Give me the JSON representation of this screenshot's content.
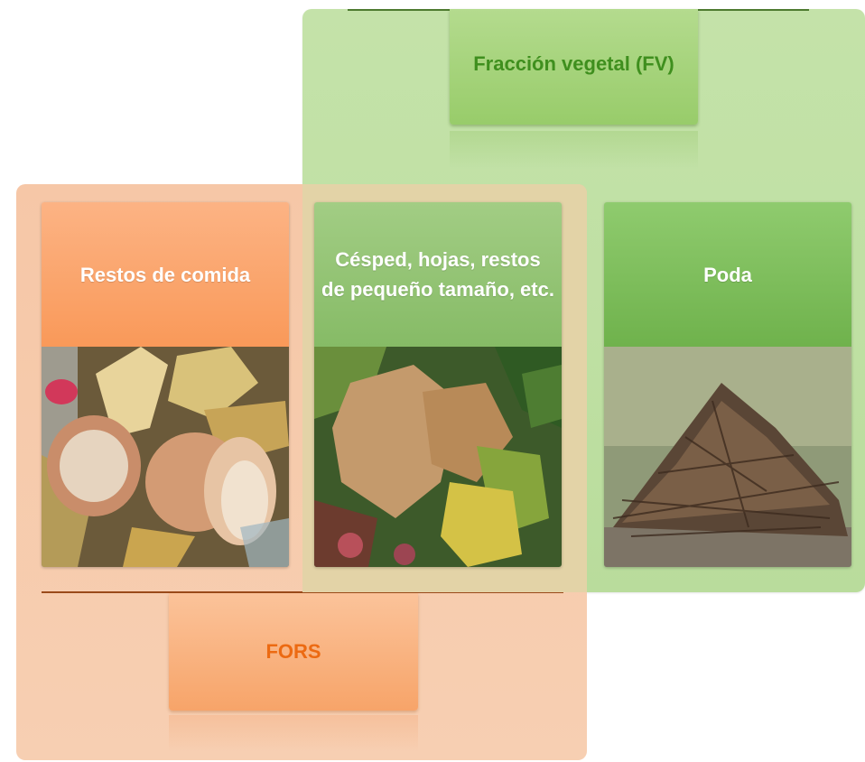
{
  "fv_group": {
    "title": "Fracción vegetal (FV)",
    "color": "#c4e2a9",
    "title_color": "#3f8f1e"
  },
  "fors_group": {
    "title": "FORS",
    "color": "#f6c7a7",
    "title_color": "#ec6a12"
  },
  "cards": [
    {
      "label": "Restos de comida",
      "image": "food-scraps-photo",
      "group": "FORS"
    },
    {
      "label": "Césped, hojas, restos de pequeño tamaño, etc.",
      "image": "leaves-grass-photo",
      "group": "FORS + FV"
    },
    {
      "label": "Poda",
      "image": "pruning-branches-photo",
      "group": "FV"
    }
  ]
}
